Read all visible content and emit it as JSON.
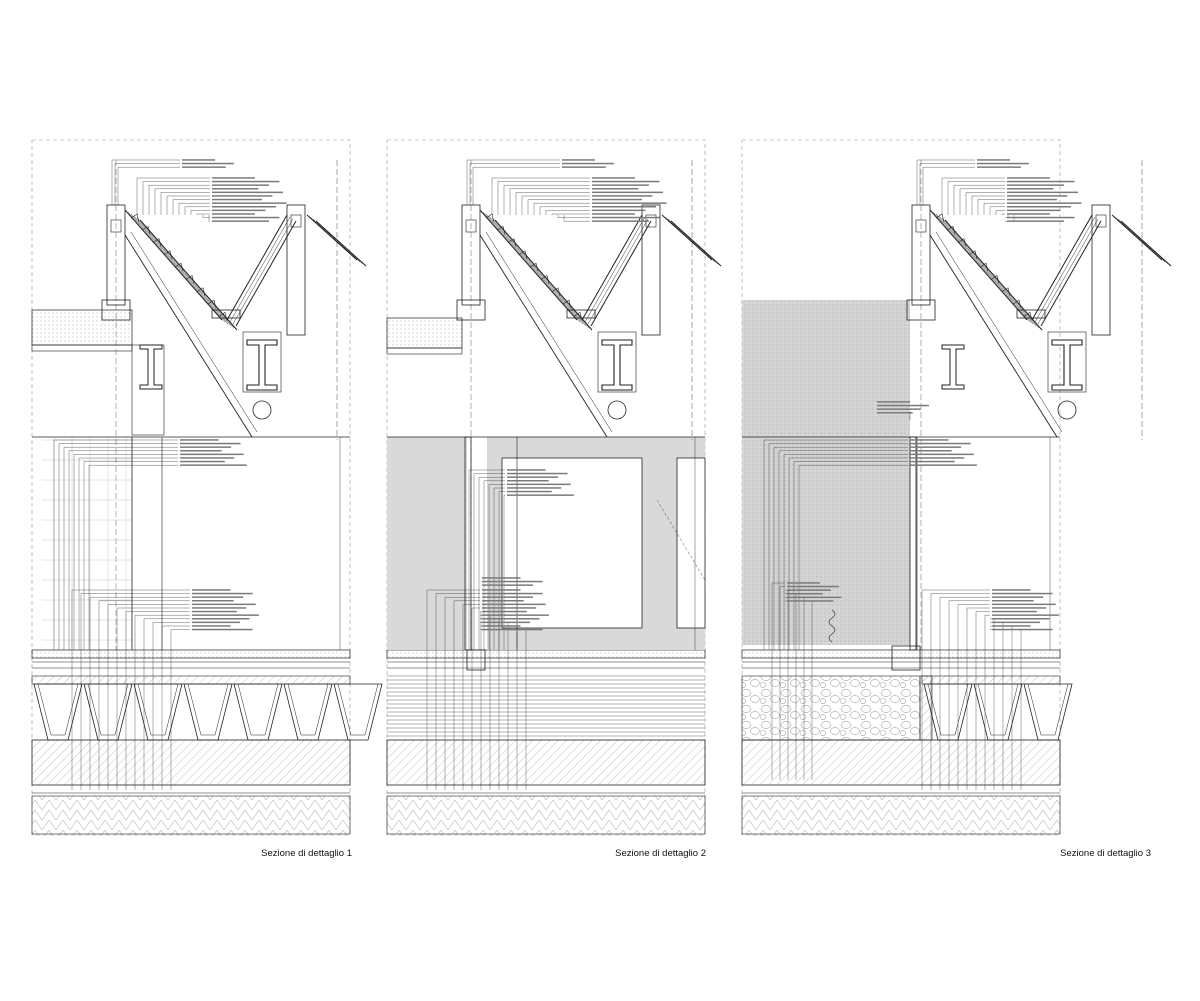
{
  "sections": [
    {
      "caption": "Sezione di dettaglio 1"
    },
    {
      "caption": "Sezione di dettaglio 2"
    },
    {
      "caption": "Sezione di dettaglio 3"
    }
  ],
  "colors": {
    "line": "#222222",
    "hatch_fill": "#d9d9d9",
    "dashed_frame": "#9a9a9a",
    "background": "#ffffff"
  }
}
